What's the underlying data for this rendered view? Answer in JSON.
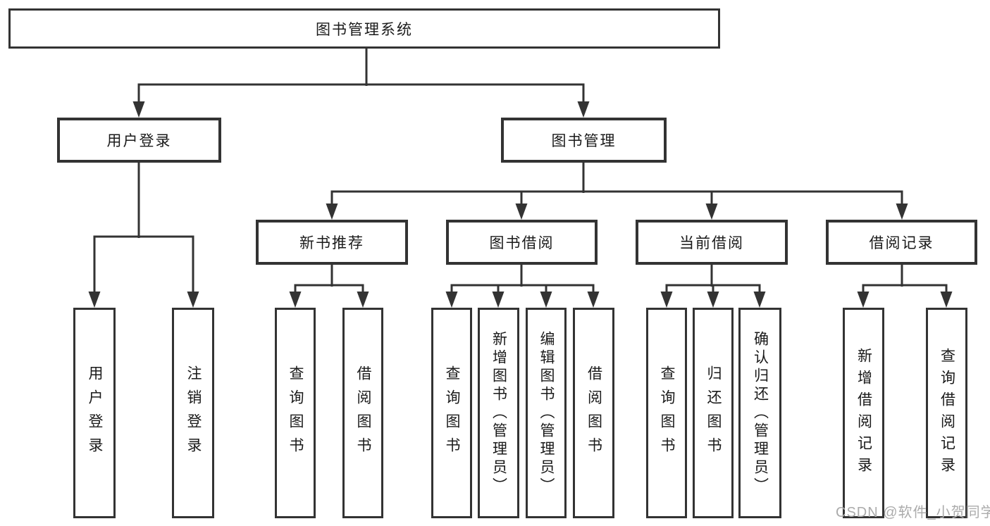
{
  "diagram": {
    "tree": {
      "label": "图书管理系统",
      "children": [
        {
          "label": "用户登录",
          "children": [
            {
              "label": "用户登录"
            },
            {
              "label": "注销登录"
            }
          ]
        },
        {
          "label": "图书管理",
          "children": [
            {
              "label": "新书推荐",
              "children": [
                {
                  "label": "查询图书"
                },
                {
                  "label": "借阅图书"
                }
              ]
            },
            {
              "label": "图书借阅",
              "children": [
                {
                  "label": "查询图书"
                },
                {
                  "label": "新增图书（管理员）"
                },
                {
                  "label": "编辑图书（管理员）"
                },
                {
                  "label": "借阅图书"
                }
              ]
            },
            {
              "label": "当前借阅",
              "children": [
                {
                  "label": "查询图书"
                },
                {
                  "label": "归还图书"
                },
                {
                  "label": "确认归还（管理员）"
                }
              ]
            },
            {
              "label": "借阅记录",
              "children": [
                {
                  "label": "新增借阅记录"
                },
                {
                  "label": "查询借阅记录"
                }
              ]
            }
          ]
        }
      ]
    },
    "watermark": {
      "text": "CSDN @软件_小贺同学"
    },
    "colors": {
      "line": "#333333",
      "box_border": "#333333",
      "text": "#1a1a1a",
      "watermark": "#ababab",
      "background": "#ffffff"
    }
  }
}
